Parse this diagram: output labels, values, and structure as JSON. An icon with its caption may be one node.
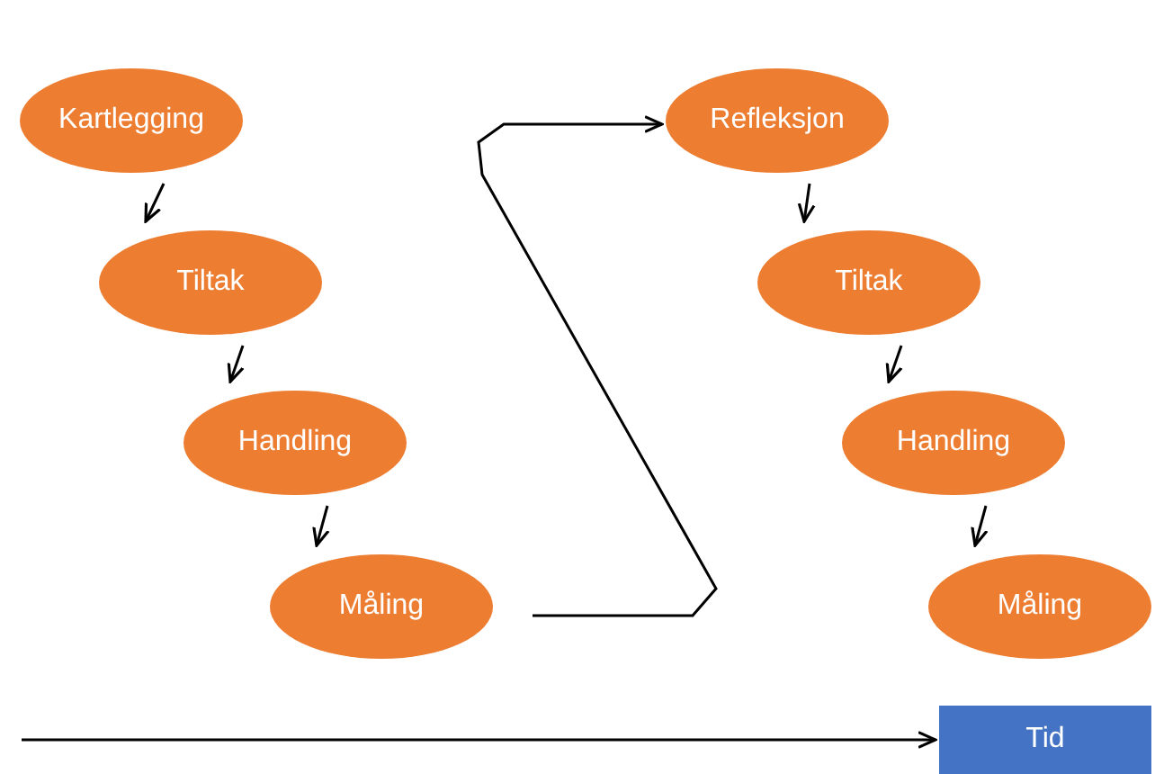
{
  "diagram": {
    "nodes": [
      {
        "text": [
          "Kartlegging"
        ]
      },
      {
        "text": [
          "Tiltak"
        ]
      },
      {
        "text": [
          "Handling"
        ]
      },
      {
        "text": [
          "Måling"
        ]
      },
      {
        "text": [
          "Refleksjon"
        ]
      },
      {
        "text": [
          "Tiltak"
        ]
      },
      {
        "text": [
          "Handling"
        ]
      },
      {
        "text": [
          "Måling"
        ]
      },
      {
        "text": [
          "Tid"
        ]
      }
    ],
    "edges": [
      {
        "from": 0,
        "to": 1,
        "arrow": "to"
      },
      {
        "from": 1,
        "to": 2,
        "arrow": "to"
      },
      {
        "from": 2,
        "to": 3,
        "arrow": "to"
      },
      {
        "from": 3,
        "to": 4,
        "arrow": "to"
      },
      {
        "from": 4,
        "to": 5,
        "arrow": "to"
      },
      {
        "from": 5,
        "to": 6,
        "arrow": "to"
      },
      {
        "from": 6,
        "to": 7,
        "arrow": "to"
      },
      {
        "from": null,
        "to": 8,
        "arrow": "to"
      }
    ]
  }
}
